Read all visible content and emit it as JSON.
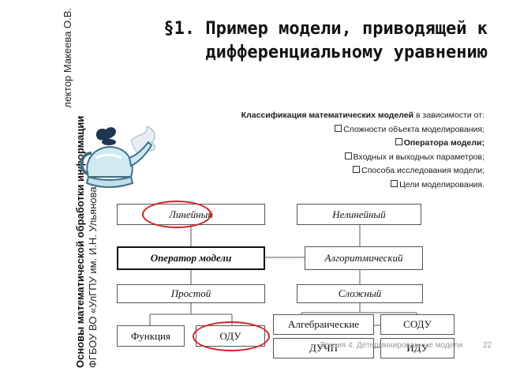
{
  "sidebar": {
    "org": "ФГБОУ ВО «УлГПУ им. И.Н. Ульянова»",
    "course": "Основы математической обработки информации",
    "lecturer": "лектор Макеева О.В."
  },
  "title": {
    "line1": "§1. Пример модели, приводящей к",
    "line2": "дифференциальному уравнению"
  },
  "classification": {
    "heading_bold": "Классификация математических моделей",
    "heading_rest": " в зависимости от:",
    "items": [
      {
        "text": "Сложности объекта моделирования;",
        "bold": false
      },
      {
        "text": "Оператора модели;",
        "bold": true
      },
      {
        "text": "Входных и выходных параметров;",
        "bold": false
      },
      {
        "text": "Способа исследования модели;",
        "bold": false
      },
      {
        "text": "Цели моделирования.",
        "bold": false
      }
    ]
  },
  "image": {
    "icon": "kettle-icon"
  },
  "diagram": {
    "linear": "Линейный",
    "nonlinear": "Нелинейный",
    "operator": "Оператор модели",
    "algorithmic": "Алгоритмический",
    "simple": "Простой",
    "complex": "Сложный",
    "function": "Функция",
    "ode": "ОДУ",
    "algebraic": "Алгебраические",
    "sode": "СОДУ",
    "pde": "ДУЧП",
    "ide": "ИДУ",
    "highlight_color": "#d42020"
  },
  "footer": {
    "lecture": "Лекция 4. Детерминированные модели",
    "page": "22"
  }
}
